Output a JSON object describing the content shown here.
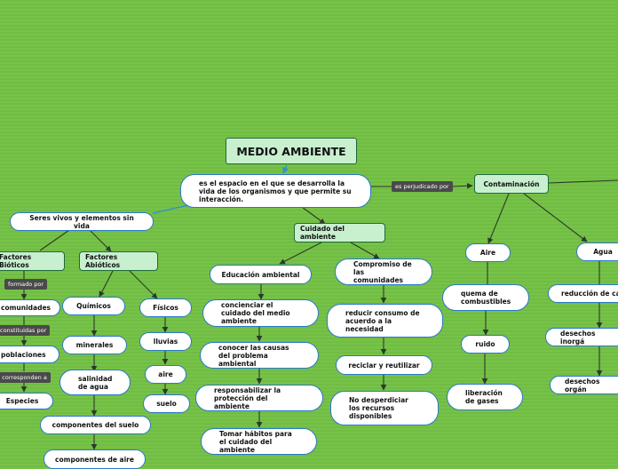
{
  "title": "MEDIO AMBIENTE",
  "definition": "es el espacio en el que se desarrolla la vida de los organismos y que permite su interacción.",
  "relations": {
    "perjudicado": "es perjudicado por",
    "formado": "formado por",
    "constituidas": "constituidas por",
    "corresponden": "que corresponden a"
  },
  "contaminacion": {
    "label": "Contaminación",
    "aire": {
      "label": "Aire",
      "items": [
        "quema de combustibles",
        "ruido",
        "liberación de gases"
      ]
    },
    "agua": {
      "label": "Agua",
      "items": [
        "reducción de ca",
        "desechos inorgá",
        "desechos orgán"
      ]
    }
  },
  "seres": {
    "label": "Seres vivos y elementos sin vida",
    "bioticos": {
      "label": "Factores Bióticos",
      "items": [
        "comunidades",
        "poblaciones",
        "Especies"
      ]
    },
    "abioticos": {
      "label": "Factores Abióticos",
      "quimicos": {
        "label": "Químicos",
        "items": [
          "minerales",
          "salinidad de agua",
          "componentes del suelo",
          "componentes de aire"
        ]
      },
      "fisicos": {
        "label": "Físicos",
        "items": [
          "lluvias",
          "aire",
          "suelo"
        ]
      }
    }
  },
  "cuidado": {
    "label": "Cuidado del ambiente",
    "educacion": {
      "label": "Educación ambiental",
      "items": [
        "concienciar el cuidado del medio ambiente",
        "conocer las causas del problema ambiental",
        "responsabilizar la protección del ambiente",
        "Tomar hábitos para el cuidado del ambiente"
      ]
    },
    "compromiso": {
      "label": "Compromiso de las comunidades",
      "items": [
        "reducir consumo de acuerdo a la necesidad",
        "reciclar y reutilizar",
        "No desperdiciar los recursos disponibles"
      ]
    }
  }
}
